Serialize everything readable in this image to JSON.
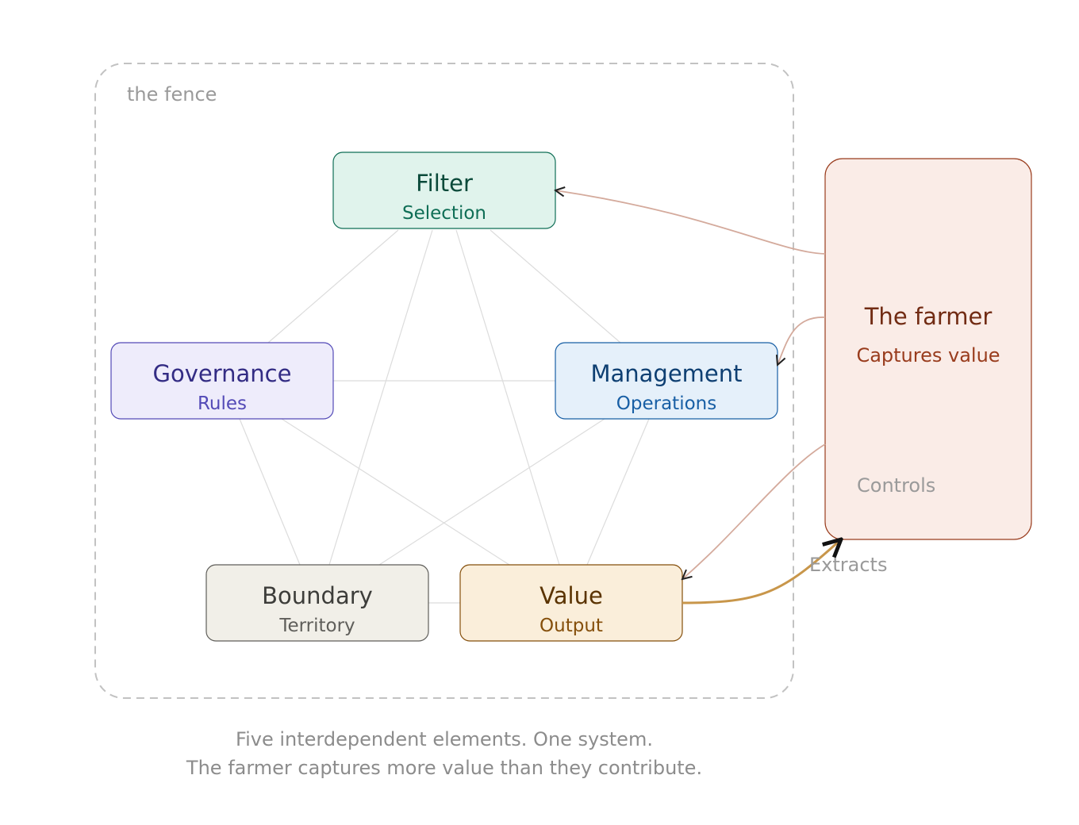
{
  "fence": {
    "label": "the fence"
  },
  "nodes": {
    "filter": {
      "title": "Filter",
      "subtitle": "Selection",
      "fill": "#e0f3ec",
      "stroke": "#0f6e56",
      "title_color": "#0a4a3a",
      "subtitle_color": "#0f6e56"
    },
    "governance": {
      "title": "Governance",
      "subtitle": "Rules",
      "fill": "#eeecfb",
      "stroke": "#534ab7",
      "title_color": "#332c84",
      "subtitle_color": "#534ab7"
    },
    "management": {
      "title": "Management",
      "subtitle": "Operations",
      "fill": "#e5f0fa",
      "stroke": "#185fa5",
      "title_color": "#0e3f72",
      "subtitle_color": "#185fa5"
    },
    "boundary": {
      "title": "Boundary",
      "subtitle": "Territory",
      "fill": "#f1efe8",
      "stroke": "#5f5e5a",
      "title_color": "#3d3d3a",
      "subtitle_color": "#5f5e5a"
    },
    "value": {
      "title": "Value",
      "subtitle": "Output",
      "fill": "#faeeda",
      "stroke": "#854f0b",
      "title_color": "#5a3300",
      "subtitle_color": "#854f0b"
    }
  },
  "farmer": {
    "title": "The farmer",
    "subtitle": "Captures value",
    "controls_label": "Controls",
    "fill": "#faece7",
    "stroke": "#993c1d",
    "title_color": "#712b13",
    "subtitle_color": "#993c1d"
  },
  "extracts_label": "Extracts",
  "caption": {
    "line1": "Five interdependent elements. One system.",
    "line2": "The farmer captures more value than they contribute."
  },
  "colors": {
    "mesh": "#d9d9d9",
    "fence": "#c2c2c2",
    "control_arrow": "#d4aa9c",
    "extract_arrow": "#c8964a",
    "muted_text": "#8c8c8c"
  }
}
